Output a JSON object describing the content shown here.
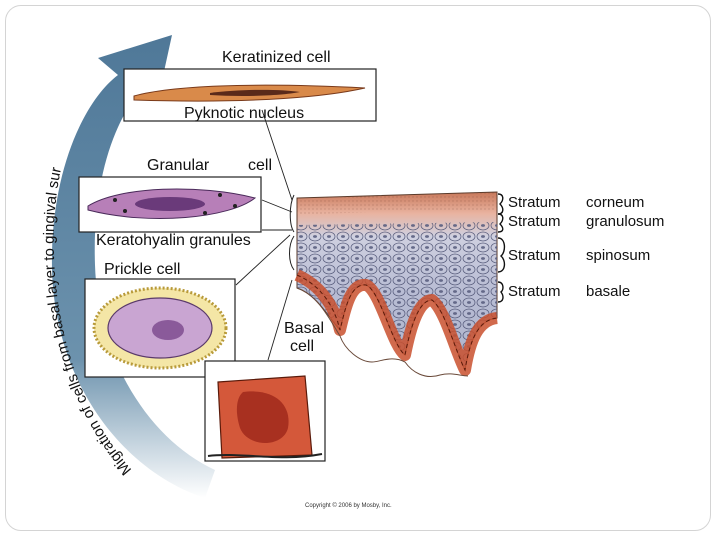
{
  "cell_labels": {
    "keratinized": "Keratinized   cell",
    "pyknotic": "Pyknotic   nucleus",
    "granular": "Granular",
    "granular_cell": "cell",
    "keratohyalin": "Keratohyalin   granules",
    "prickle": "Prickle   cell",
    "basal_1": "Basal",
    "basal_2": "cell"
  },
  "strata": [
    {
      "word": "Stratum",
      "name": "corneum"
    },
    {
      "word": "Stratum",
      "name": "granulosum"
    },
    {
      "word": "Stratum",
      "name": "spinosum"
    },
    {
      "word": "Stratum",
      "name": "basale"
    }
  ],
  "migration_arrow_text": "Migration   of   cells   from   basal  layer   to  gingival  sur",
  "copyright": "Copyright © 2006 by Mosby, Inc.",
  "colors": {
    "arrow": "#5a7f9c",
    "keratinized_cell": "#d98a4a",
    "granular_cell": "#b77fb8",
    "prickle_cell": "#c9a5d2",
    "basal_cell": "#d4583a",
    "tissue_top": "#d9a07a",
    "tissue_base": "#c9502e"
  }
}
